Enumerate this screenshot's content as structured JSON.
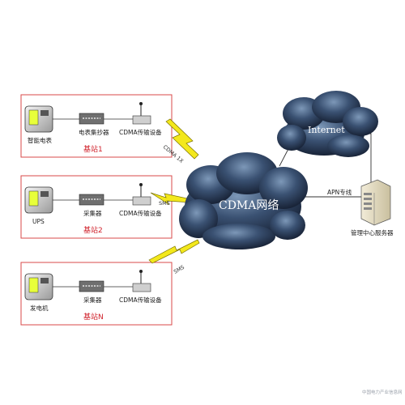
{
  "stations": [
    {
      "name": "基站1",
      "device1": "智能电表",
      "device2": "电表集抄器",
      "device3": "CDMA传输设备",
      "link_label": "CDMA 1X"
    },
    {
      "name": "基站2",
      "device1": "UPS",
      "device2": "采集器",
      "device3": "CDMA传输设备",
      "link_label": "SMS"
    },
    {
      "name": "基站N",
      "device1": "发电机",
      "device2": "采集器",
      "device3": "CDMA传输设备",
      "link_label": "SMS"
    }
  ],
  "clouds": {
    "cdma": "CDMA网络",
    "internet": "Internet"
  },
  "apn_label": "APN专线",
  "server_label": "管理中心服务器",
  "watermark": "中国电力产业信息网",
  "colors": {
    "site_border": "#d94a4a",
    "site_label": "#d0202a",
    "lightning": "#f3e81c",
    "cloud_dark": "#1c2a44",
    "cloud_light": "#6a86a8"
  }
}
